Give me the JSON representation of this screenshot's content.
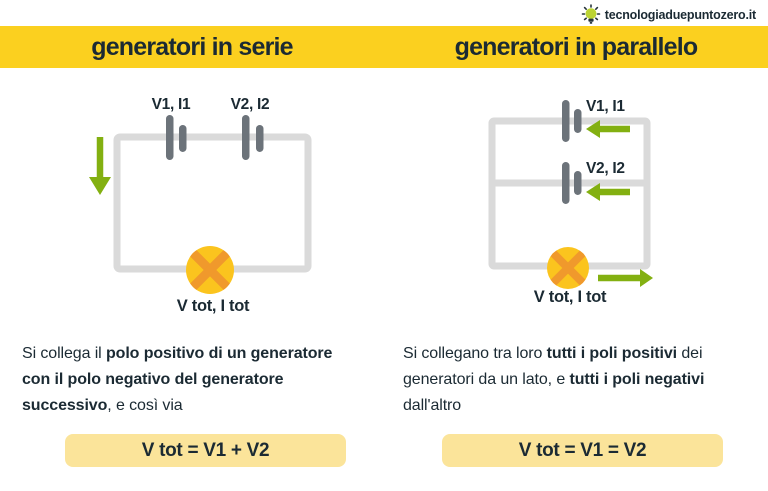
{
  "site": {
    "name": "tecnologiaduepuntozero.it",
    "icon": "lightbulb-icon"
  },
  "colors": {
    "yellow": "#FBD01F",
    "paleyellow": "#FBE49A",
    "navy": "#1B2A33",
    "green": "#83B011",
    "wire": "#DADADA",
    "battery": "#6C737A",
    "lamp": "#FBC41E",
    "cross": "#F0992C",
    "bulb": "#BCD433"
  },
  "columns": [
    {
      "title": "generatori in serie",
      "circuit": {
        "generator1_label": "V1, I1",
        "generator2_label": "V2, I2",
        "total_label": "V tot, I tot",
        "current_direction": "down"
      },
      "description_lines": [
        [
          {
            "text": "Si collega il ",
            "bold": false
          },
          {
            "text": "polo positivo di un generatore",
            "bold": true
          }
        ],
        [
          {
            "text": "con il polo negativo del generatore",
            "bold": true
          }
        ],
        [
          {
            "text": "successivo",
            "bold": true
          },
          {
            "text": ", e così via",
            "bold": false
          }
        ]
      ],
      "formula": "V tot = V1 + V2"
    },
    {
      "title": "generatori in parallelo",
      "circuit": {
        "generator1_label": "V1, I1",
        "generator2_label": "V2, I2",
        "total_label": "V tot, I tot",
        "current_direction": "left-left-right"
      },
      "description_lines": [
        [
          {
            "text": "Si collegano tra loro ",
            "bold": false
          },
          {
            "text": "tutti i poli positivi",
            "bold": true
          },
          {
            "text": " dei",
            "bold": false
          }
        ],
        [
          {
            "text": "generatori da un lato, e ",
            "bold": false
          },
          {
            "text": "tutti i poli negativi",
            "bold": true
          }
        ],
        [
          {
            "text": "dall'altro",
            "bold": false
          }
        ]
      ],
      "formula": "V tot = V1 = V2"
    }
  ]
}
